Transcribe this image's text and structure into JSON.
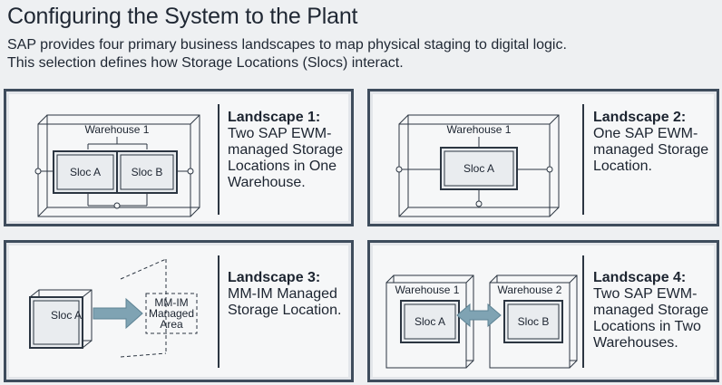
{
  "page": {
    "title": "Configuring the System to the Plant",
    "subtitle_line1": "SAP provides four primary business landscapes to map physical staging to digital logic.",
    "subtitle_line2": "This selection defines how Storage Locations (Slocs) interact."
  },
  "landscapes": [
    {
      "heading": "Landscape 1:",
      "lines": [
        "Two SAP EWM-",
        "managed Storage",
        "Locations in One",
        "Warehouse."
      ],
      "warehouse": "Warehouse 1",
      "sloc_a": "Sloc A",
      "sloc_b": "Sloc B"
    },
    {
      "heading": "Landscape 2:",
      "lines": [
        "One SAP EWM-",
        "managed Storage",
        "Location."
      ],
      "warehouse": "Warehouse 1",
      "sloc_a": "Sloc A"
    },
    {
      "heading": "Landscape 3:",
      "lines": [
        "MM-IM Managed",
        "Storage Location."
      ],
      "sloc_a": "Sloc A",
      "mm_area_lines": [
        "MM-IM",
        "Managed",
        "Area"
      ]
    },
    {
      "heading": "Landscape 4:",
      "lines": [
        "Two SAP EWM-",
        "managed Storage",
        "Locations in Two",
        "Warehouses."
      ],
      "warehouse1": "Warehouse 1",
      "warehouse2": "Warehouse 2",
      "sloc_a": "Sloc A",
      "sloc_b": "Sloc B"
    }
  ],
  "colors": {
    "frame": "#3e4c5c",
    "arrow": "#7fa3b3",
    "box_fill": "#e9ecef",
    "line": "#2c3642"
  }
}
